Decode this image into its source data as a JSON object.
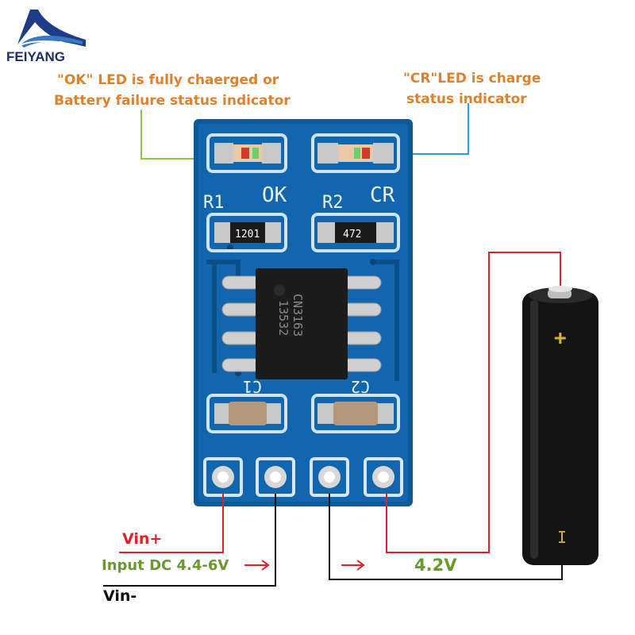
{
  "brand": {
    "name": "FEIYANG"
  },
  "callouts": {
    "ok_led_line1": "\"OK\" LED is fully chaerged or",
    "ok_led_line2": "Battery failure status indicator",
    "cr_led_line1": "\"CR\"LED is charge",
    "cr_led_line2": "status indicator"
  },
  "board": {
    "silk_r1": "R1",
    "silk_ok": "OK",
    "silk_r2": "R2",
    "silk_cr": "CR",
    "silk_c1": "C1",
    "silk_c2": "C2",
    "resistor_1_code": "1201",
    "resistor_2_code": "472",
    "ic_line1": "CN3163",
    "ic_line2": "13532"
  },
  "battery": {
    "plus": "+",
    "minus": "I"
  },
  "wiring": {
    "vin_plus": "Vin+",
    "input_label": "Input DC 4.4-6V",
    "vin_minus": "Vin-",
    "output_voltage": "4.2V"
  },
  "colors": {
    "ok_callout_line": "#8cc63f",
    "cr_callout_line": "#2a9fd8",
    "vin_plus": "#e0202a",
    "input_label": "#6a9a2e",
    "output_label": "#6a9a2e",
    "battery_wire": "#e0202a",
    "ground_wire": "#111111",
    "pcb": "#0d5a9a"
  }
}
